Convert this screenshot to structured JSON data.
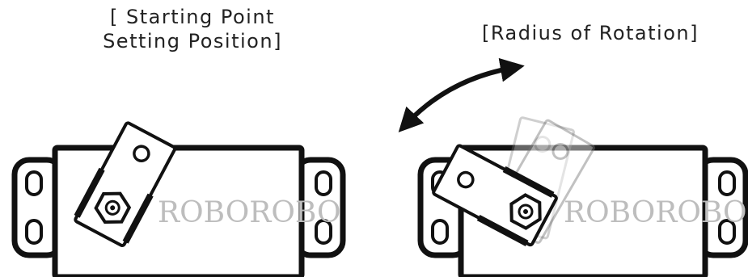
{
  "captions": {
    "start_line1": "[ Starting Point",
    "start_line2": "Setting Position]",
    "radius": "[Radius of Rotation]"
  },
  "brand": {
    "left": "ROBOROBO",
    "right": "ROBOROBO"
  },
  "colors": {
    "outline": "#111111",
    "brand_text": "#bdbdbd",
    "ghost_horn": "#cfcfcf"
  }
}
